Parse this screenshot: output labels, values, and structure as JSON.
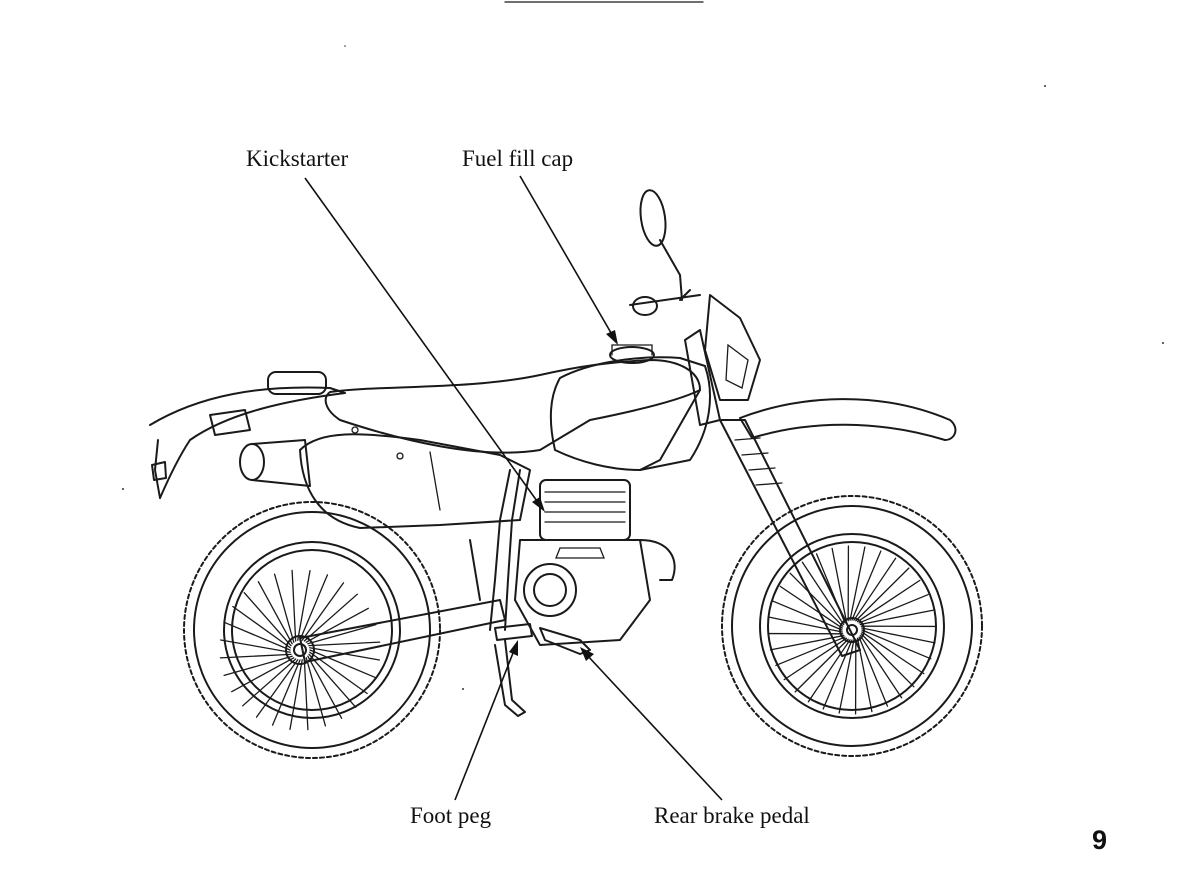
{
  "diagram": {
    "callouts": [
      {
        "id": "kickstarter",
        "label": "Kickstarter"
      },
      {
        "id": "fuel_fill_cap",
        "label": "Fuel fill cap"
      },
      {
        "id": "foot_peg",
        "label": "Foot peg"
      },
      {
        "id": "rear_brake_pedal",
        "label": "Rear brake pedal"
      }
    ]
  },
  "page_number": "9",
  "colors": {
    "ink": "#1a1a1a",
    "paper": "#ffffff"
  }
}
